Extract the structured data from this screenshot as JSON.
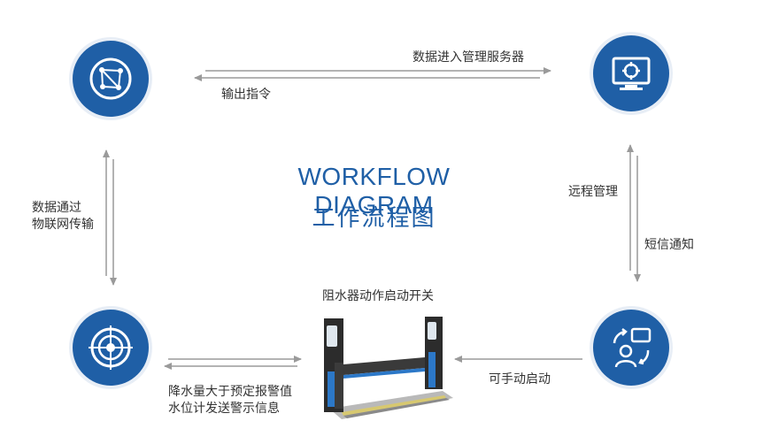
{
  "title": {
    "en": "WORKFLOW DIAGRAM",
    "cn": "工作流程图"
  },
  "nodes": {
    "top_left_icon": "network-icon",
    "top_right_icon": "monitor-target-icon",
    "bottom_left_icon": "radar-icon",
    "bottom_right_icon": "user-sync-icon"
  },
  "labels": {
    "top_forward": "数据进入管理服务器",
    "top_back": "输出指令",
    "left_line1": "数据通过",
    "left_line2": "物联网传输",
    "right_up": "远程管理",
    "right_down": "短信通知",
    "device_caption": "阻水器动作启动开关",
    "bottom_left_line1": "降水量大于预定报警值",
    "bottom_left_line2": "水位计发送警示信息",
    "bottom_right": "可手动启动"
  },
  "colors": {
    "node": "#1f5fa6",
    "arrow": "#9a9a9a",
    "title": "#1f5fa6"
  }
}
